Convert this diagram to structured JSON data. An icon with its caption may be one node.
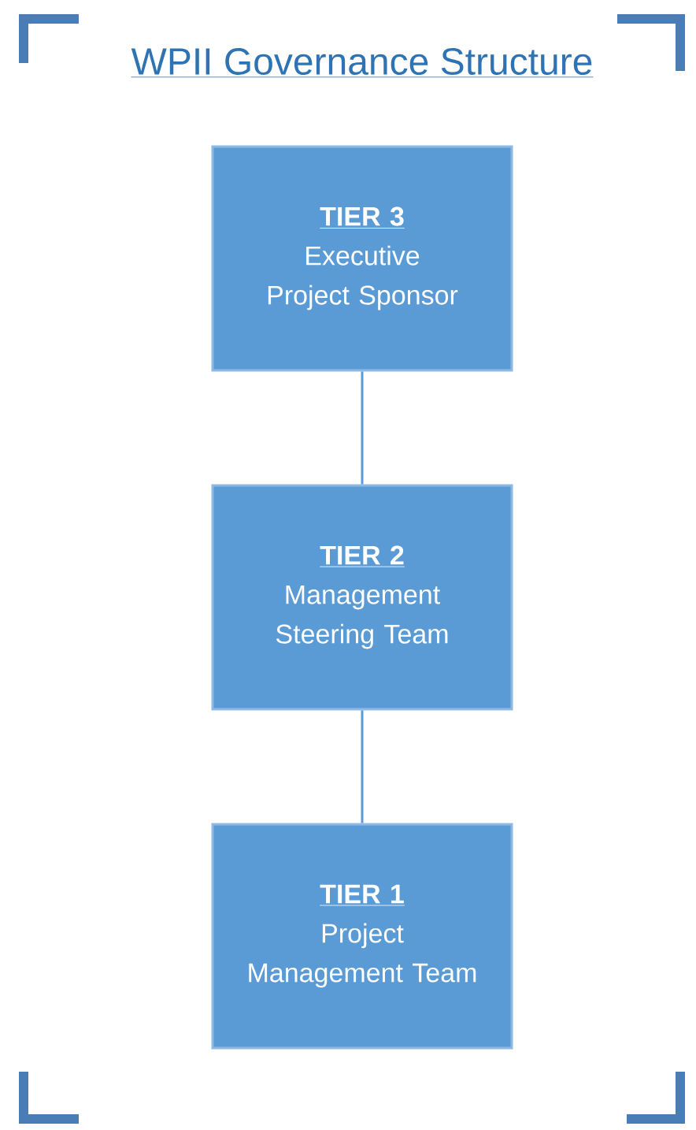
{
  "diagram": {
    "title": "WPII Governance Structure",
    "nodes": [
      {
        "text": [
          "TIER 3",
          "Executive Project Sponsor"
        ]
      },
      {
        "text": [
          "TIER 2",
          "Management Steering Team"
        ]
      },
      {
        "text": [
          "TIER 1",
          "Project Management Team"
        ]
      }
    ],
    "edges": [
      {
        "from": 0,
        "to": 1,
        "arrow": "none"
      },
      {
        "from": 1,
        "to": 2,
        "arrow": "none"
      }
    ]
  }
}
